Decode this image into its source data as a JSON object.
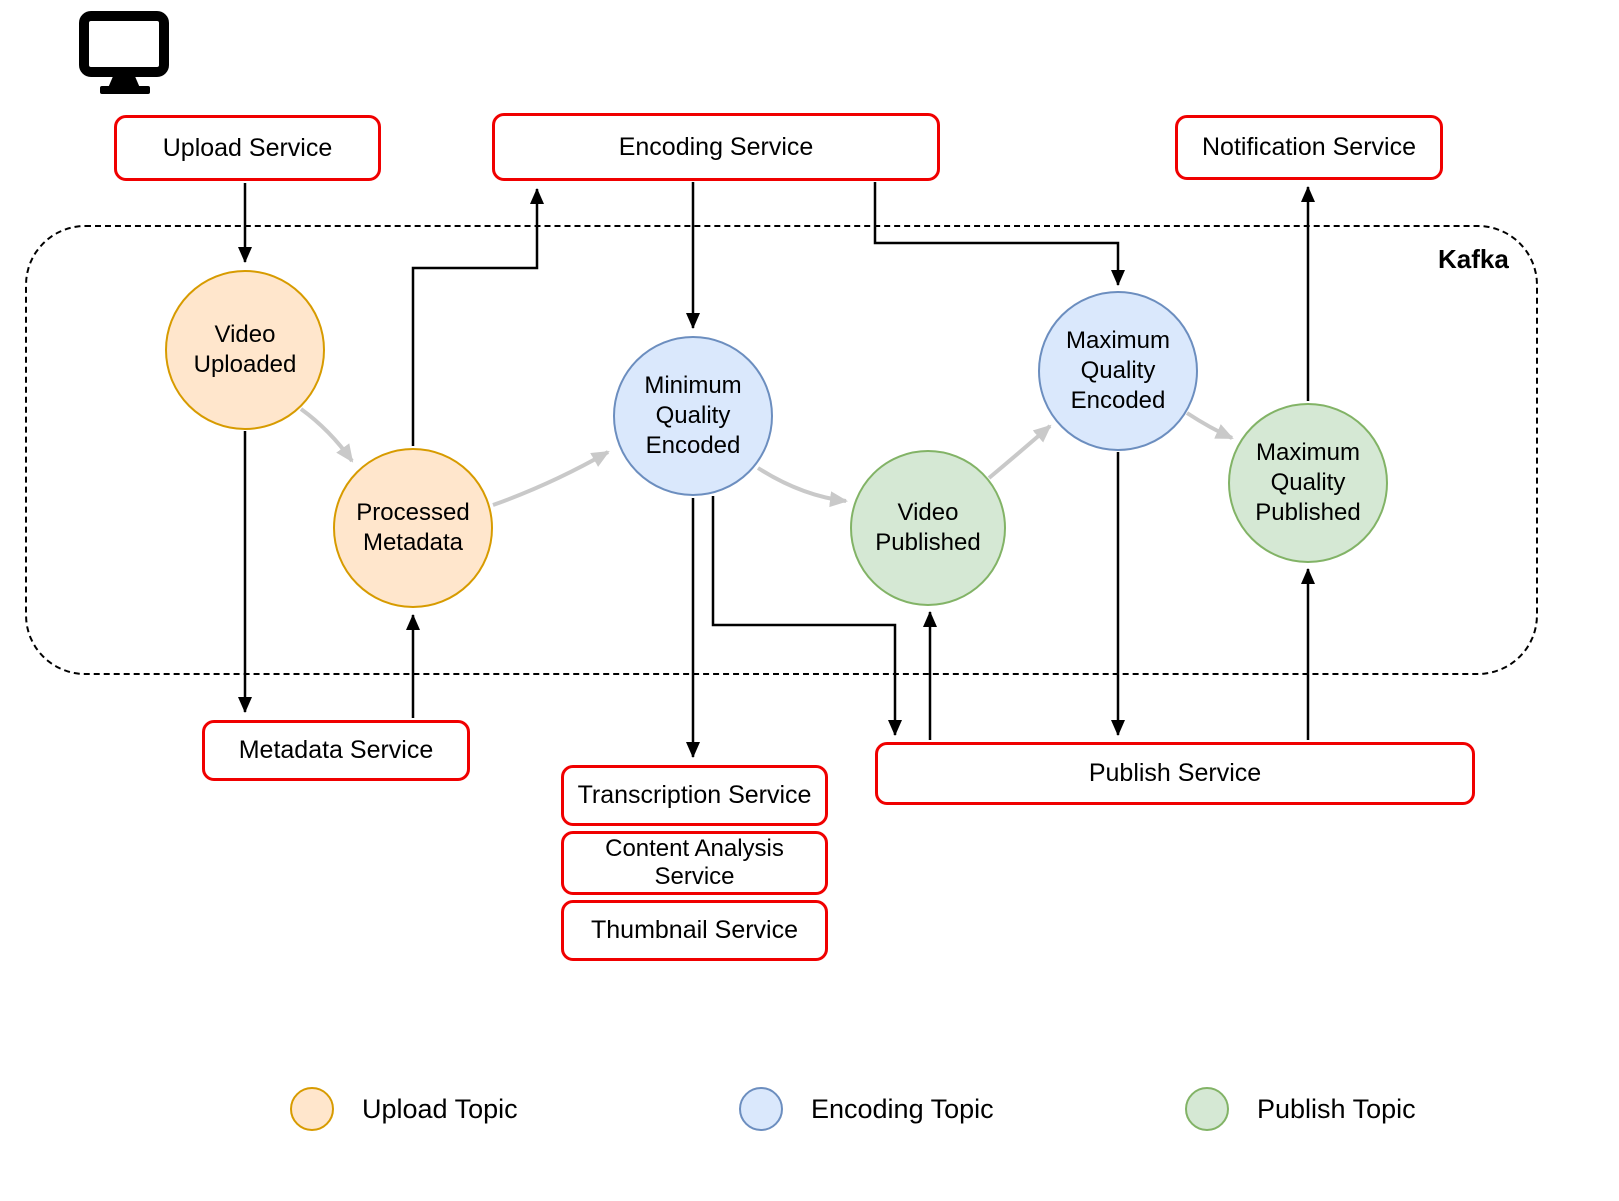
{
  "diagram": {
    "kafka_label": "Kafka",
    "services": {
      "upload": "Upload Service",
      "encoding": "Encoding Service",
      "notification": "Notification Service",
      "metadata": "Metadata Service",
      "transcription": "Transcription Service",
      "content_analysis": "Content Analysis Service",
      "thumbnail": "Thumbnail Service",
      "publish": "Publish Service"
    },
    "topics": {
      "video_uploaded": "Video Uploaded",
      "processed_metadata": "Processed Metadata",
      "minimum_quality_encoded": "Minimum Quality Encoded",
      "video_published": "Video Published",
      "maximum_quality_encoded": "Maximum Quality Encoded",
      "maximum_quality_published": "Maximum Quality Published"
    },
    "legend": {
      "upload": "Upload Topic",
      "encoding": "Encoding Topic",
      "publish": "Publish Topic"
    },
    "colors": {
      "service_border": "#f00000",
      "upload_topic_fill": "#ffe6cc",
      "upload_topic_stroke": "#d79b00",
      "encoding_topic_fill": "#dae8fc",
      "encoding_topic_stroke": "#6c8ebf",
      "publish_topic_fill": "#d5e8d4",
      "publish_topic_stroke": "#82b366",
      "flow_arrow": "#c9c9c9",
      "edge": "#000000"
    }
  }
}
